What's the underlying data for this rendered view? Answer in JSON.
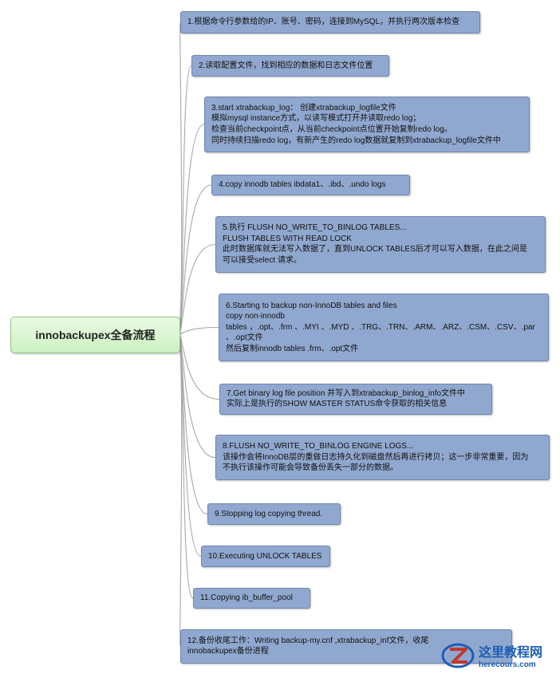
{
  "root": {
    "title": "innobackupex全备流程"
  },
  "nodes": [
    {
      "lines": [
        "1.根据命令行参数给的IP、账号、密码，连接到MySQL，并执行两次版本检查"
      ]
    },
    {
      "lines": [
        "2.读取配置文件，找到相应的数据和日志文件位置"
      ]
    },
    {
      "lines": [
        "3.start xtrabackup_log： 创建xtrabackup_logfile文件",
        " 模拟mysql instance方式，以读写模式打开并读取redo log；",
        "检查当前checkpoint点，从当前checkpoint点位置开始复制redo log。",
        "同时持续扫描redo log，有新产生的redo log数据就复制到xtrabackup_logfile文件中"
      ]
    },
    {
      "lines": [
        "4.copy innodb tables  ibdata1、.ibd、.undo logs"
      ]
    },
    {
      "lines": [
        "5.执行 FLUSH NO_WRITE_TO_BINLOG TABLES...",
        "FLUSH TABLES WITH READ LOCK",
        "此时数据库就无法写入数据了，直到UNLOCK TABLES后才可以写入数据，在此之间是",
        "可以接受select 请求。"
      ]
    },
    {
      "lines": [
        "6.Starting to backup non-InnoDB tables and files",
        "  copy non-innodb",
        "tables ，.opt、.frm 、.MYI 、.MYD 、.TRG、.TRN、.ARM、.ARZ、.CSM、.CSV、.par",
        "、.opt文件",
        "然后复制innodb tables  .frm、.opt文件"
      ]
    },
    {
      "lines": [
        "7.Get binary log  file position 并写入到xtrabackup_binlog_info文件中",
        "实际上是执行的SHOW MASTER STATUS命令获取的相关信息"
      ]
    },
    {
      "lines": [
        "8.FLUSH NO_WRITE_TO_BINLOG ENGINE LOGS...",
        "该操作会将InnoDB层的重做日志持久化到磁盘然后再进行拷贝；这一步非常重要，因为",
        "不执行该操作可能会导致备份丢失一部分的数据。"
      ]
    },
    {
      "lines": [
        "9.Stopping log copying thread."
      ]
    },
    {
      "lines": [
        "10.Executing UNLOCK TABLES"
      ]
    },
    {
      "lines": [
        "11.Copying ib_buffer_pool"
      ]
    },
    {
      "lines": [
        "12.备份收尾工作：Writing backup-my.cnf ,xtrabackup_inf文件，收尾",
        "innobackupex备份进程"
      ]
    }
  ],
  "watermark": {
    "cn": "这里教程网",
    "en": "herecours.com"
  },
  "colors": {
    "node_fill": "#90a8cf",
    "root_fill": "#d7f5cd",
    "connector": "#a8a8a8"
  }
}
